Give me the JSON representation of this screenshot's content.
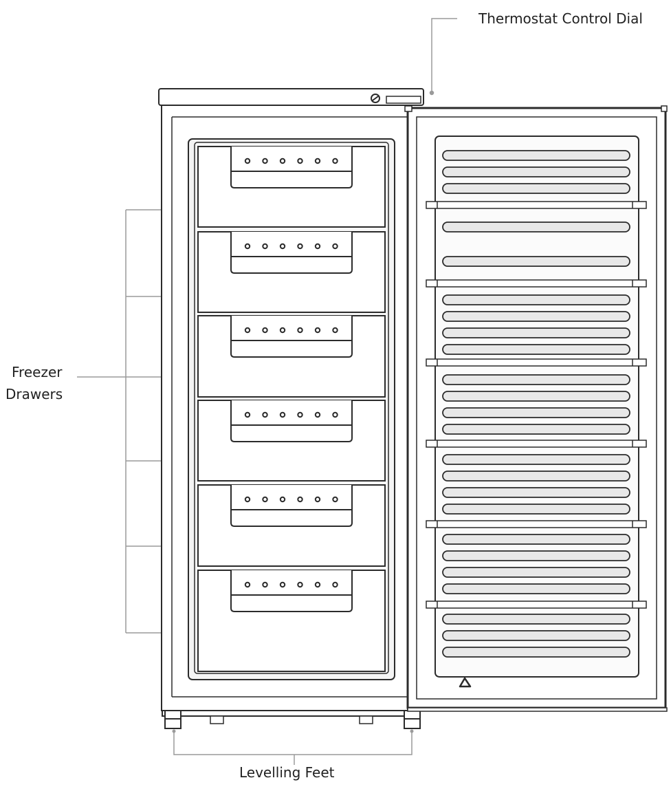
{
  "labels": {
    "thermostat": "Thermostat Control Dial",
    "drawers_line1": "Freezer",
    "drawers_line2": "Drawers",
    "feet": "Levelling Feet"
  },
  "colors": {
    "outline": "#2b2b2b",
    "leader": "#9a9a9a",
    "panel": "#f4f4f4",
    "shelf_fill": "#e8e8e8",
    "text": "#222222"
  }
}
